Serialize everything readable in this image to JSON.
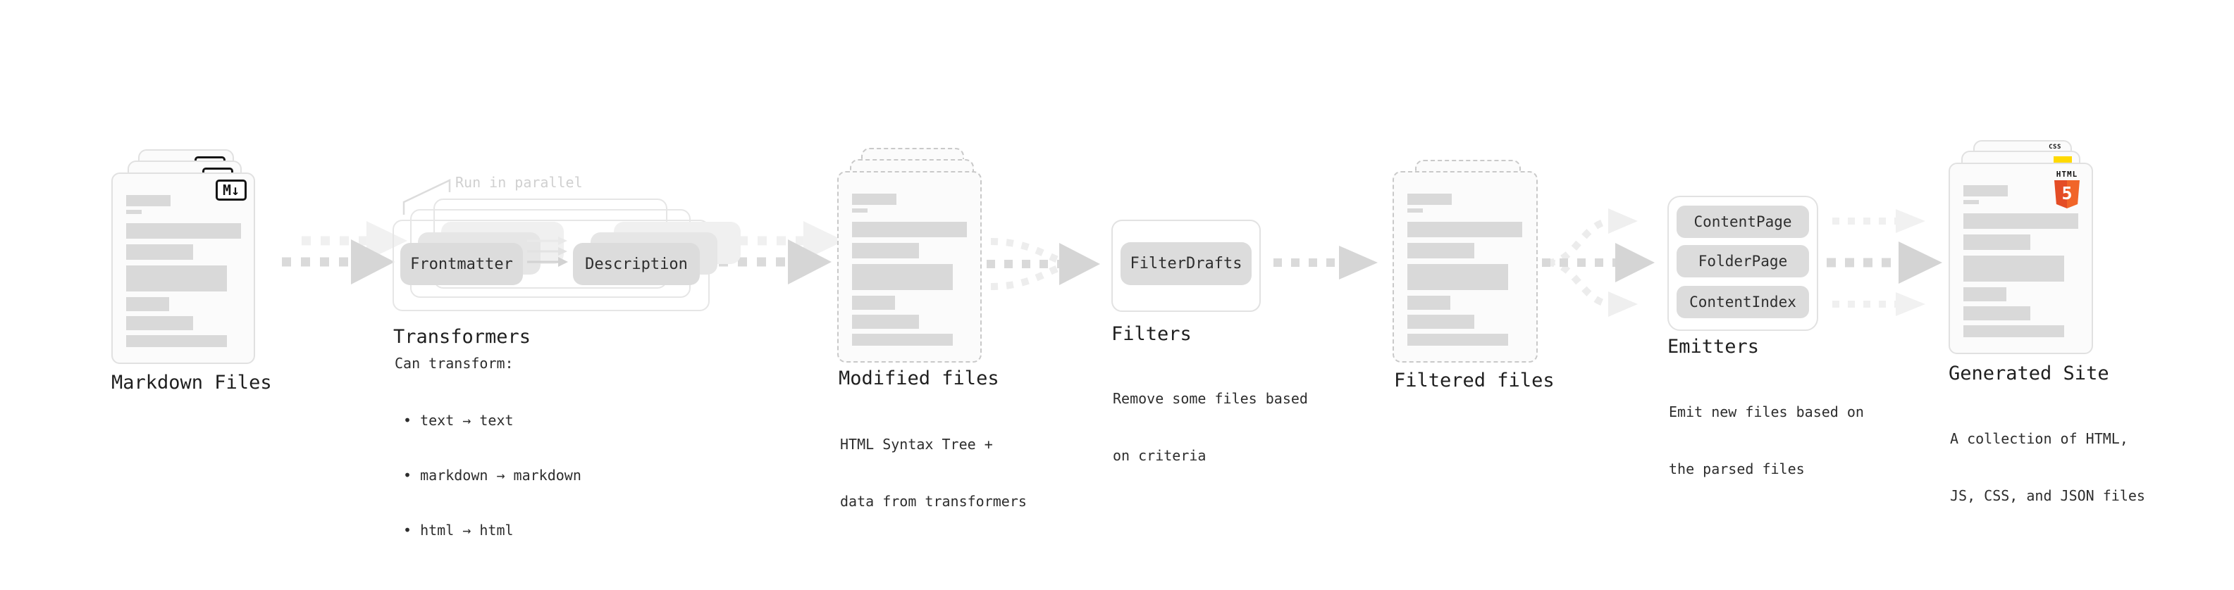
{
  "diagram": {
    "markdown_files": {
      "label": "Markdown Files",
      "badge": "M↓"
    },
    "transformers": {
      "annotation": "Run in parallel",
      "pills": [
        "Frontmatter",
        "Description"
      ],
      "label": "Transformers",
      "caption": "Can transform:",
      "bullets": [
        "• text → text",
        "• markdown → markdown",
        "• html → html"
      ]
    },
    "modified_files": {
      "label": "Modified files",
      "caption_line1": "HTML Syntax Tree +",
      "caption_line2": "data from transformers"
    },
    "filters": {
      "pills": [
        "FilterDrafts"
      ],
      "label": "Filters",
      "caption_line1": "Remove some files based",
      "caption_line2": "on criteria"
    },
    "filtered_files": {
      "label": "Filtered files"
    },
    "emitters": {
      "pills": [
        "ContentPage",
        "FolderPage",
        "ContentIndex"
      ],
      "label": "Emitters",
      "caption_line1": "Emit new files based on",
      "caption_line2": "the parsed files"
    },
    "generated_site": {
      "label": "Generated Site",
      "caption_line1": "A collection of HTML,",
      "caption_line2": "JS, CSS, and JSON files",
      "badges": {
        "css": "CSS",
        "html_label": "HTML",
        "html_number": "5"
      }
    }
  },
  "colors": {
    "bar": "#d9d9d9",
    "dashed_border": "#c9c9c9",
    "pill_bg": "#dcdcdc",
    "heading": "#1f1f1f",
    "caption": "#2d2d2d",
    "annotation": "#d0d0d0",
    "md_badge_border": "#141414",
    "html5_orange": "#e44d26",
    "js_yellow": "#ffd900",
    "css_blue": "#2f6bf0"
  }
}
